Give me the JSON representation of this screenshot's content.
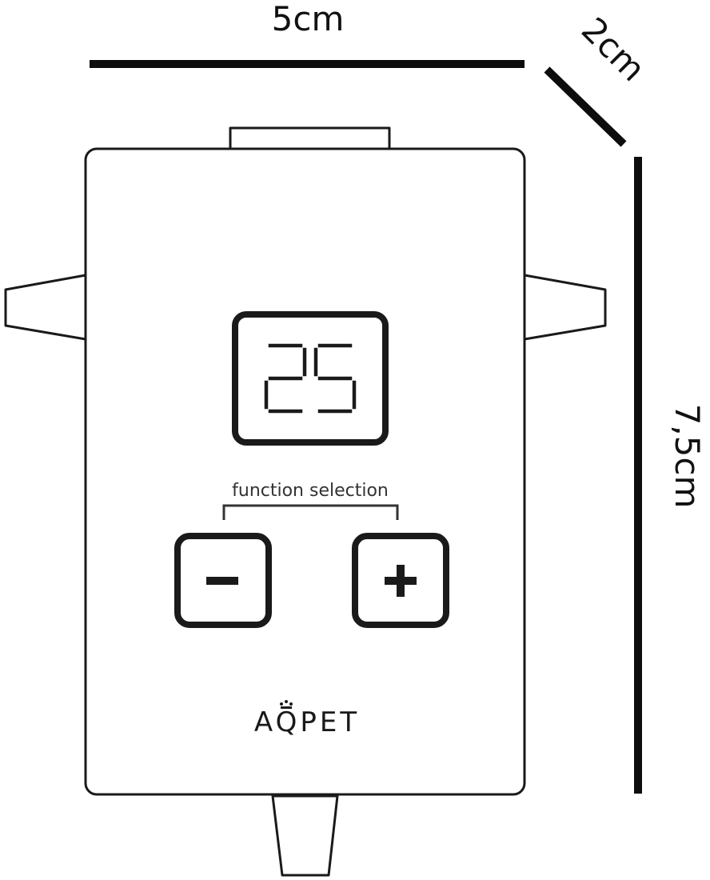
{
  "dimensions": {
    "width_label": "5cm",
    "depth_label": "2cm",
    "height_label": "7,5cm"
  },
  "display": {
    "value": "25"
  },
  "controls": {
    "function_label": "function selection",
    "minus_symbol": "−",
    "plus_symbol": "+"
  },
  "brand": {
    "name": "AQPET"
  },
  "colors": {
    "outline": "#1a1a1a",
    "dimension_bar": "#0d0d0d",
    "body_fill": "#ffffff"
  }
}
